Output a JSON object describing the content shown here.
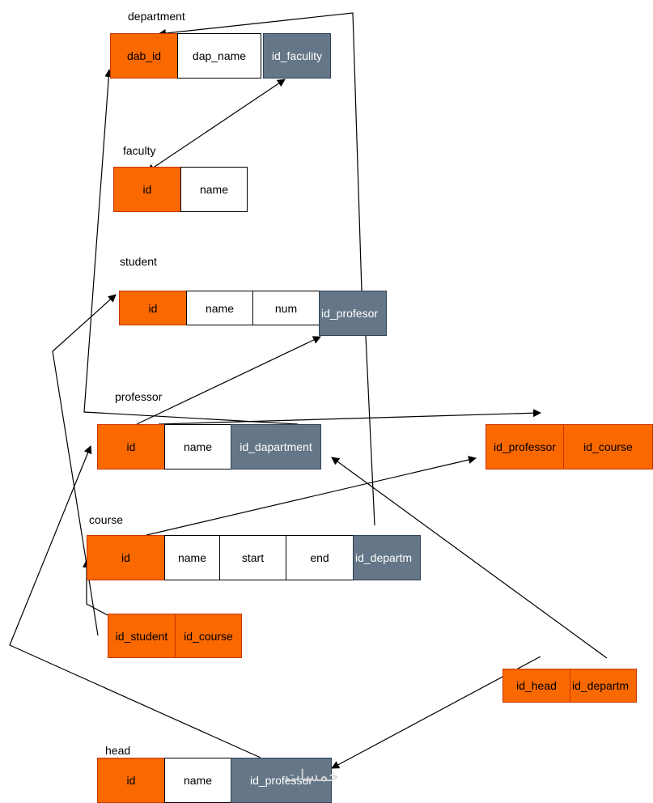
{
  "tables": {
    "department": {
      "title": "department",
      "fields": [
        "dab_id",
        "dap_name",
        "id_faculity"
      ]
    },
    "faculty": {
      "title": "faculty",
      "fields": [
        "id",
        "name"
      ]
    },
    "student": {
      "title": "student",
      "fields": [
        "id",
        "name",
        "num",
        "id_profesor"
      ]
    },
    "professor": {
      "title": "professor",
      "fields": [
        "id",
        "name",
        "id_dapartment"
      ]
    },
    "prof_course": {
      "fields": [
        "id_professor",
        "id_course"
      ]
    },
    "course": {
      "title": "course",
      "fields": [
        "id",
        "name",
        "start",
        "end",
        "id_departm"
      ]
    },
    "student_course": {
      "fields": [
        "id_student",
        "id_course"
      ]
    },
    "head_dept": {
      "fields": [
        "id_head",
        "id_departm"
      ]
    },
    "head": {
      "title": "head",
      "fields": [
        "id",
        "name",
        "id_professor"
      ]
    }
  },
  "watermark": "خمسات",
  "colors": {
    "key": "#fa6800",
    "foreign": "#647687",
    "plain": "#ffffff",
    "line": "#000000"
  }
}
